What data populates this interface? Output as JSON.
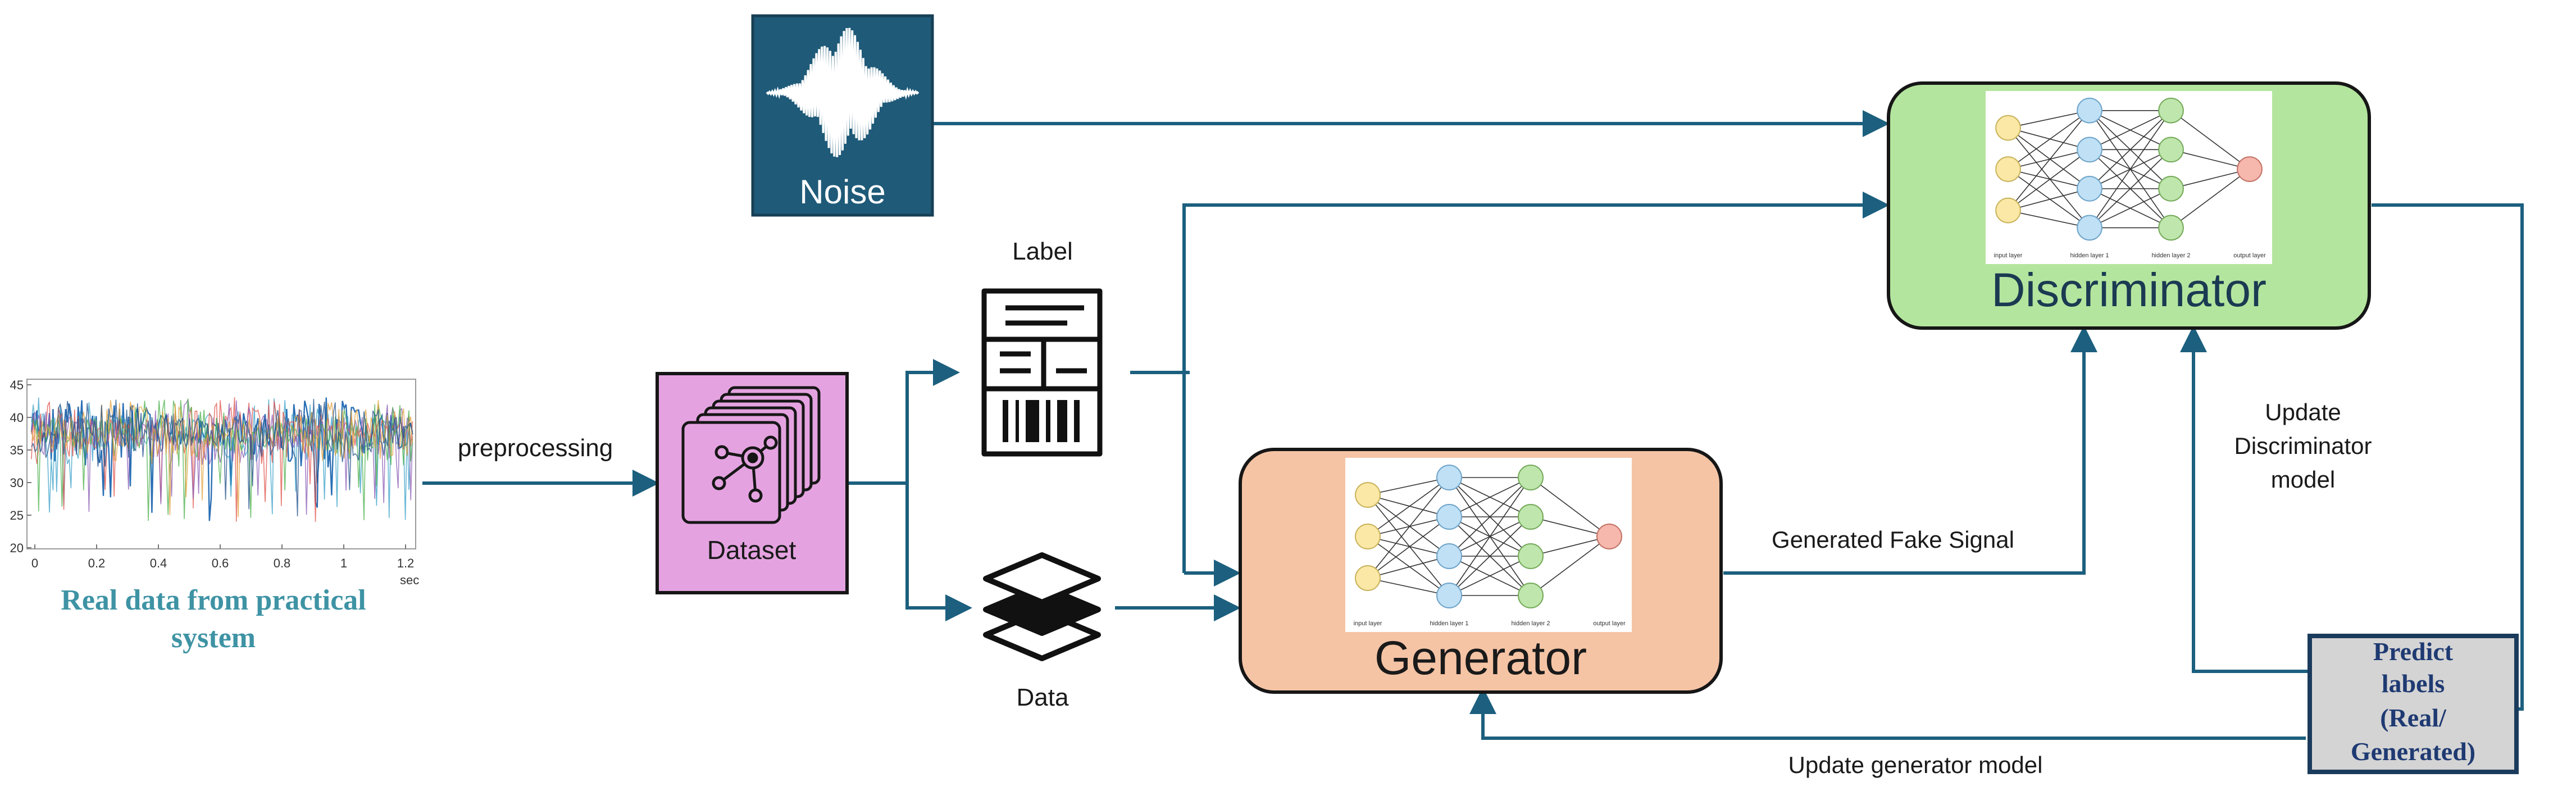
{
  "colors": {
    "arrow": "#1c5f7e",
    "noise_bg": "#1f5a78",
    "dataset_bg": "#e4a3e0",
    "discriminator_bg": "#b4e59e",
    "generator_bg": "#f5c4a5",
    "predict_bg": "#d4d4d4",
    "caption_teal": "#3e93a4",
    "predict_text": "#1f3a72"
  },
  "noise": {
    "label": "Noise"
  },
  "dataset": {
    "label": "Dataset"
  },
  "label_icon": {
    "caption": "Label"
  },
  "data_icon": {
    "caption": "Data"
  },
  "discriminator": {
    "title": "Discriminator"
  },
  "generator": {
    "title": "Generator"
  },
  "predict": {
    "line1": "Predict",
    "line2": "labels",
    "line3": "(Real/",
    "line4": "Generated)"
  },
  "edges": {
    "preprocessing": "preprocessing",
    "generated_fake_signal": "Generated Fake Signal",
    "update_generator": "Update generator model",
    "update_discriminator_1": "Update",
    "update_discriminator_2": "Discriminator",
    "update_discriminator_3": "model"
  },
  "nn_layers": {
    "input": "input layer",
    "hidden1": "hidden layer 1",
    "hidden2": "hidden layer 2",
    "output": "output layer"
  },
  "signal_plot": {
    "yticks": [
      "45",
      "40",
      "35",
      "30",
      "25",
      "20"
    ],
    "xticks": [
      "0",
      "0.2",
      "0.4",
      "0.6",
      "0.8",
      "1",
      "1.2"
    ],
    "xunit": "sec",
    "caption_line1": "Real data from practical",
    "caption_line2": "system"
  }
}
